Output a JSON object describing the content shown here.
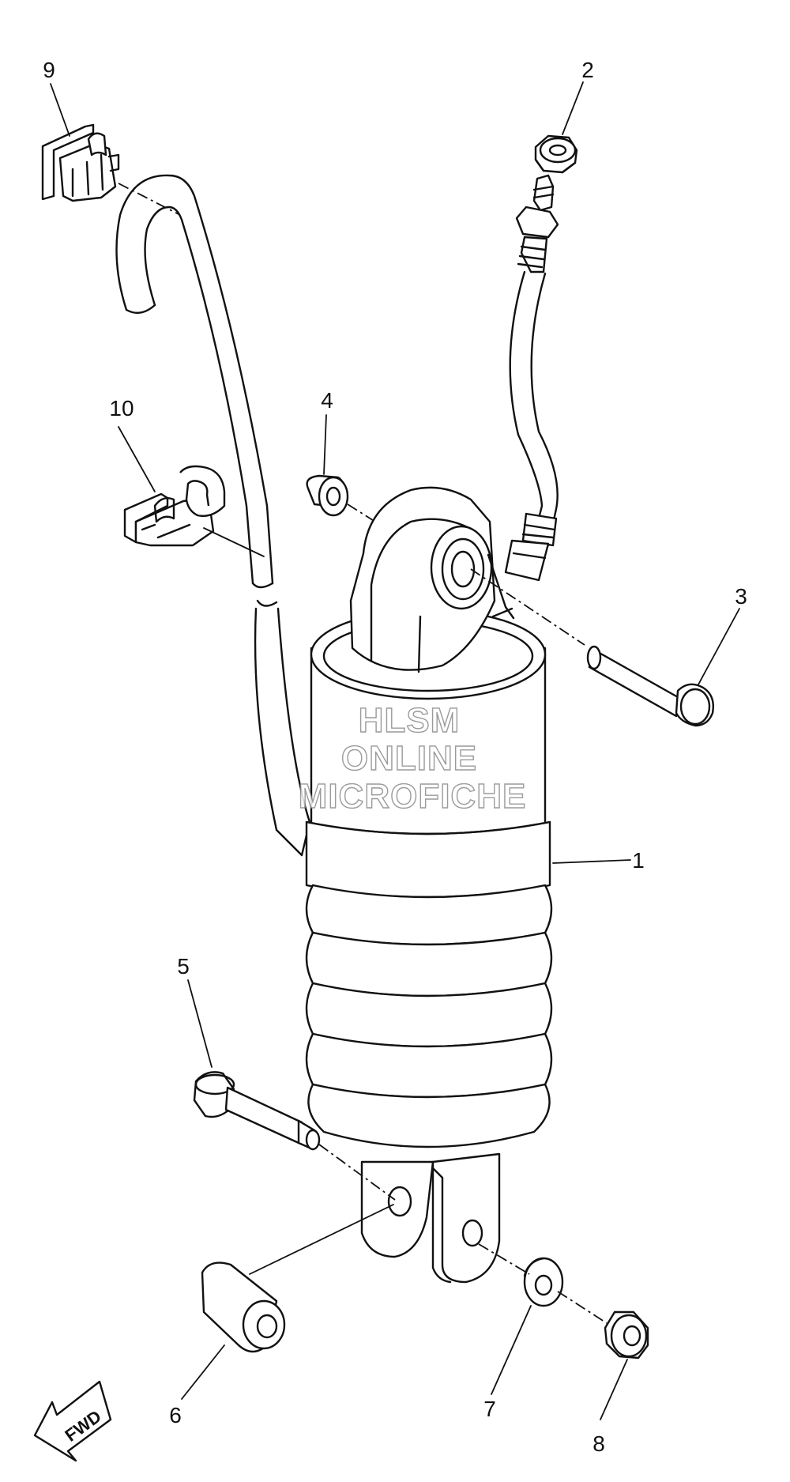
{
  "callouts": [
    {
      "id": "1",
      "label": "1"
    },
    {
      "id": "2",
      "label": "2"
    },
    {
      "id": "3",
      "label": "3"
    },
    {
      "id": "4",
      "label": "4"
    },
    {
      "id": "5",
      "label": "5"
    },
    {
      "id": "6",
      "label": "6"
    },
    {
      "id": "7",
      "label": "7"
    },
    {
      "id": "8",
      "label": "8"
    },
    {
      "id": "9",
      "label": "9"
    },
    {
      "id": "10",
      "label": "10"
    }
  ],
  "watermark": {
    "line1": "HLSM",
    "line2": "ONLINE",
    "line3": "MICROFICHE"
  },
  "direction_arrow": {
    "label": "FWD"
  },
  "colors": {
    "line": "#111111",
    "background": "#ffffff",
    "watermark_outline": "#8a8a8a"
  }
}
